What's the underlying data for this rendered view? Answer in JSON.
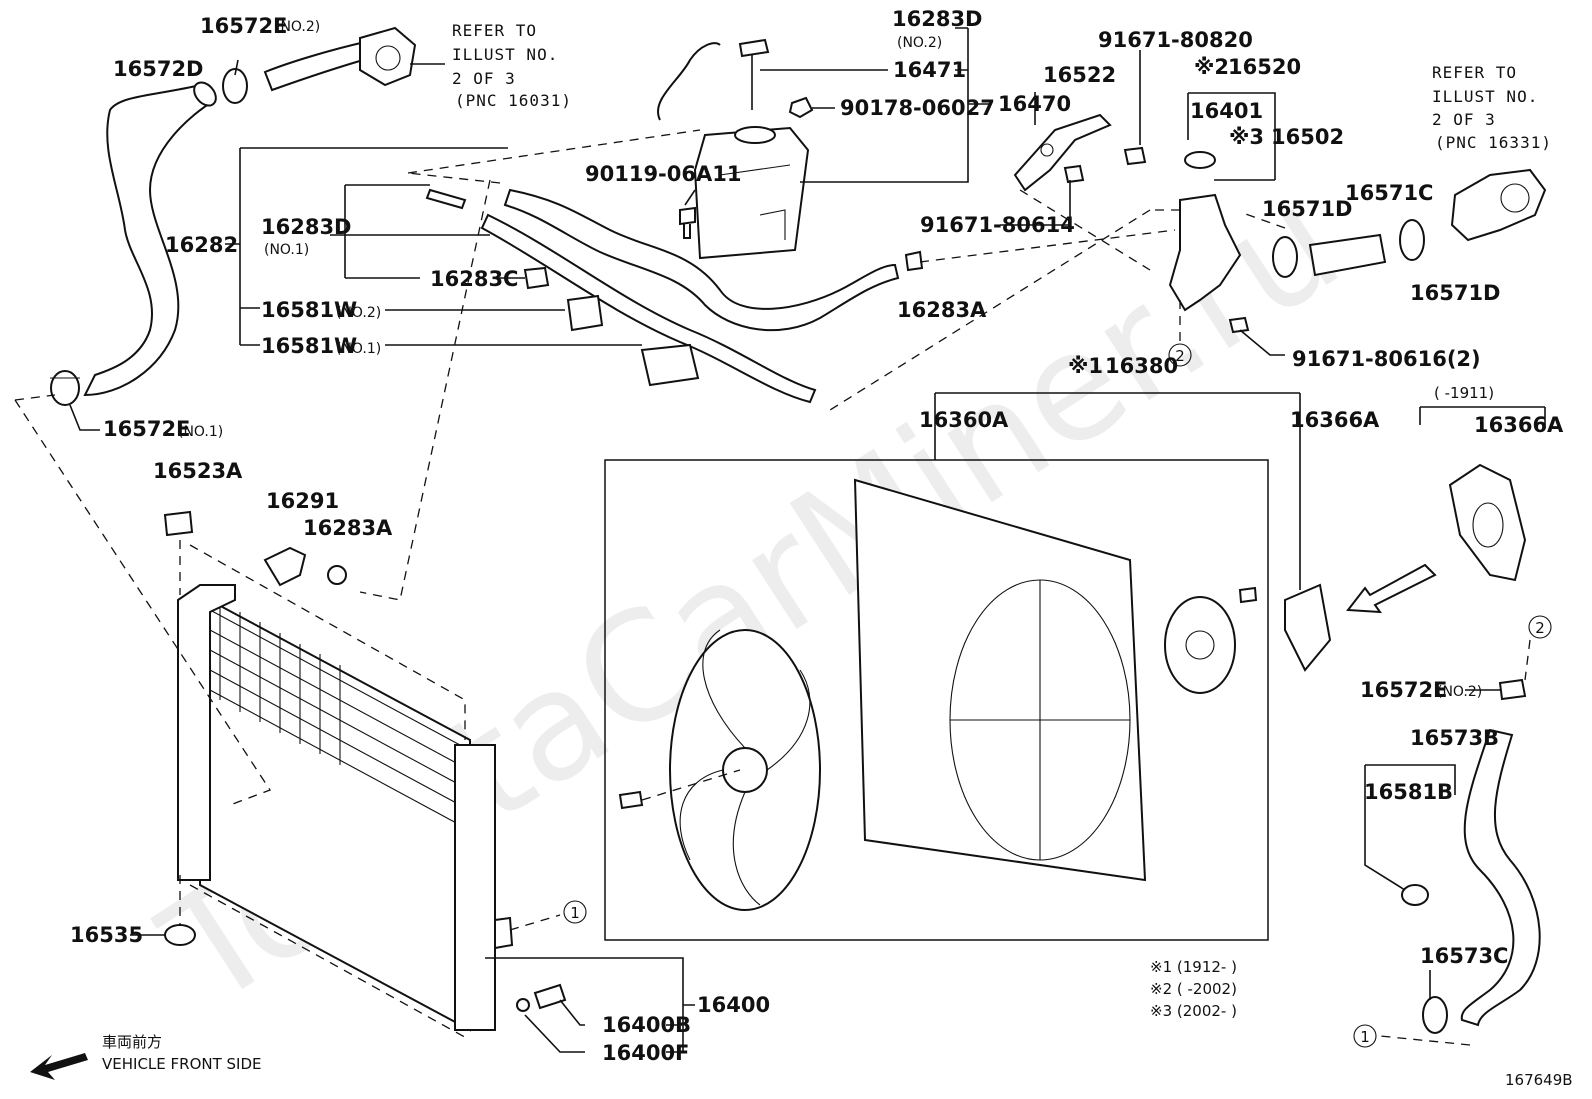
{
  "watermark": "ToyotaCarMiner.ru",
  "diagram_code": "167649B",
  "labels": {
    "p16572D": "16572D",
    "p16572E_no2_top": "16572E",
    "p16572E_no2_top_sub": "(NO.2)",
    "refer_left_1": "REFER TO",
    "refer_left_2": "ILLUST NO.",
    "refer_left_3": "2 OF 3",
    "refer_left_4": "(PNC 16031)",
    "p16283D_no2": "16283D",
    "p16283D_no2_sub": "(NO.2)",
    "p16471": "16471",
    "p90178": "90178-06027",
    "p16470": "16470",
    "p91671_80820": "91671-80820",
    "p16522": "16522",
    "p16520_mark": "※2",
    "p16520": "16520",
    "p16401": "16401",
    "p16502_mark": "※3",
    "p16502": "16502",
    "refer_right_1": "REFER TO",
    "refer_right_2": "ILLUST NO.",
    "refer_right_3": "2 OF 3",
    "refer_right_4": "(PNC 16331)",
    "p16571C": "16571C",
    "p16571D_top": "16571D",
    "p16571D_bot": "16571D",
    "p90119": "90119-06A11",
    "p91671_80614": "91671-80614",
    "p16282": "16282",
    "p16283D_no1": "16283D",
    "p16283D_no1_sub": "(NO.1)",
    "p16283C": "16283C",
    "p16581W_no2": "16581W",
    "p16581W_no2_sub": "(NO.2)",
    "p16581W_no1": "16581W",
    "p16581W_no1_sub": "(NO.1)",
    "p16283A_top": "16283A",
    "p91671_80616": "91671-80616(2)",
    "circle_2": "2",
    "p16380_mark": "※1",
    "p16380": "16380",
    "p16360A": "16360A",
    "p16366A": "16366A",
    "p16366A_right": "16366A",
    "range_1911": "(      -1911)",
    "p16572E_no1": "16572E",
    "p16572E_no1_sub": "(NO.1)",
    "p16523A": "16523A",
    "p16291": "16291",
    "p16283A_left": "16283A",
    "p16572E_no2_right": "16572E",
    "p16572E_no2_right_sub": "(NO.2)",
    "p16573B": "16573B",
    "p16581B": "16581B",
    "p16573C": "16573C",
    "p16535": "16535",
    "p16400": "16400",
    "p16400B": "16400B",
    "p16400F": "16400F",
    "circle_1": "1"
  },
  "notes": [
    "※1 (1912-    )",
    "※2 (    -2002)",
    "※3 (2002-    )"
  ],
  "front_side_jp": "車両前方",
  "front_side_en": "VEHICLE FRONT SIDE"
}
